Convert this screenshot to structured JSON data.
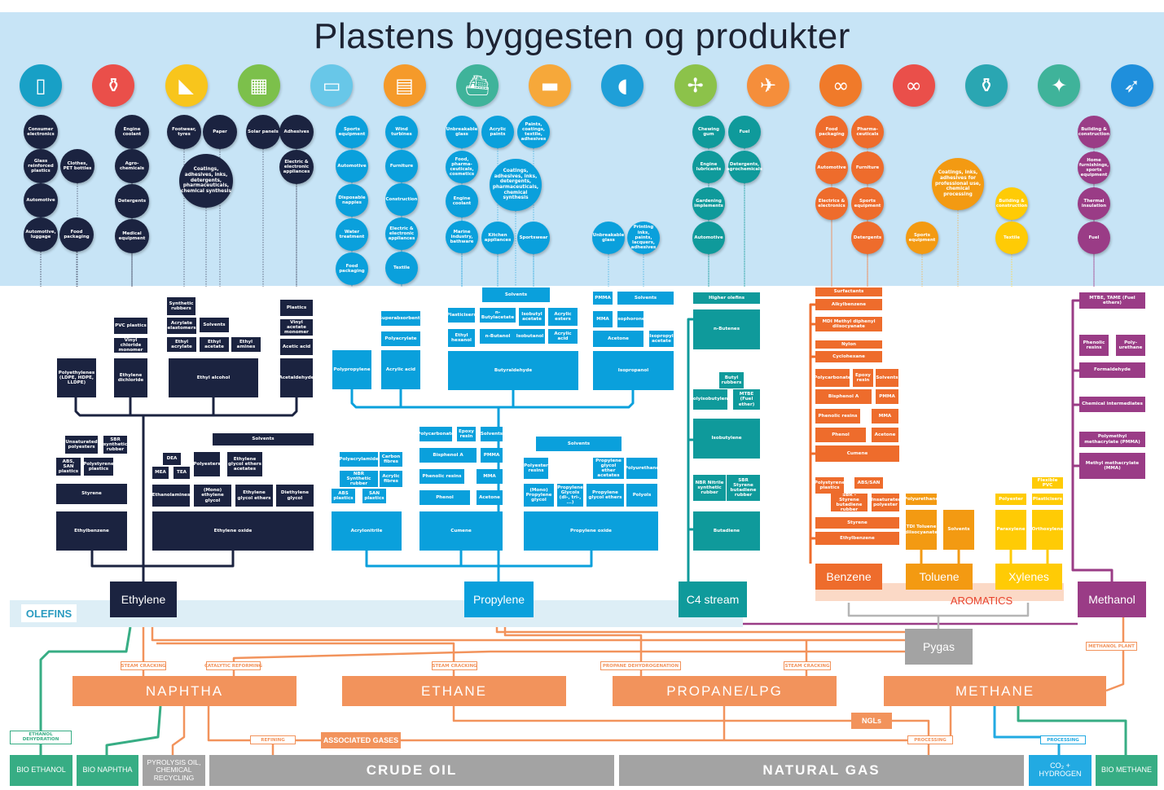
{
  "title": "Plastens byggesten og produkter",
  "colors": {
    "navy": "#1b2340",
    "blue": "#0aa0dc",
    "teal": "#0f9a9b",
    "orange": "#ee6c2c",
    "amber": "#f39a12",
    "yellow": "#ffcb05",
    "purple": "#9a3c86",
    "salmon": "#f2935c",
    "grey": "#a3a3a3",
    "green": "#37ad84",
    "sky": "#22aae2",
    "band": "#c7e4f6"
  },
  "icons": [
    {
      "name": "smartphone",
      "color": "#18a0c6"
    },
    {
      "name": "bottle",
      "color": "#ea4f4a"
    },
    {
      "name": "sneaker",
      "color": "#f8c51c"
    },
    {
      "name": "solar-panel",
      "color": "#7cc04b"
    },
    {
      "name": "taxi",
      "color": "#68c7e8"
    },
    {
      "name": "building",
      "color": "#f59a2a"
    },
    {
      "name": "ship",
      "color": "#3fb39a"
    },
    {
      "name": "paint-roller",
      "color": "#f6a83a"
    },
    {
      "name": "pills",
      "color": "#1f9fd8"
    },
    {
      "name": "wind-turbine",
      "color": "#8cc24a"
    },
    {
      "name": "airplane",
      "color": "#f58e3b"
    },
    {
      "name": "glasses",
      "color": "#f07a2a"
    },
    {
      "name": "bicycle",
      "color": "#ea4f4a"
    },
    {
      "name": "detergent-bottle",
      "color": "#2aa6b2"
    },
    {
      "name": "satellite",
      "color": "#3fb39a"
    },
    {
      "name": "rocket",
      "color": "#1f8fdc"
    }
  ],
  "bubbles": {
    "navy": [
      "Consumer electronics",
      "Glass reinforced plastics",
      "Clothes, PET bottles",
      "Automotive",
      "Automotive, luggage",
      "Food packaging",
      "Engine coolant",
      "Agro-chemicals",
      "Detergents",
      "Medical equipment",
      "Footwear, tyres",
      "Paper",
      "Coatings, adhesives, inks, detergents, pharmaceuticals, chemical synthesis",
      "Solar panels",
      "Adhesives",
      "Electric & electronic appliances"
    ],
    "blue": [
      "Sports equipment",
      "Automotive",
      "Disposable nappies",
      "Water treatment",
      "Food packaging",
      "Wind turbines",
      "Furniture",
      "Construction",
      "Electric & electronic appliances",
      "Textile",
      "Unbreakable glass",
      "Food, pharma-ceuticals, cosmetics",
      "Engine coolant",
      "Marine industry, bathware",
      "Acrylic paints",
      "Paints, coatings, textile, adhesives",
      "Coatings, adhesives, inks, detergents, pharmaceuticals, chemical synthesis",
      "Kitchen appliances",
      "Sportswear",
      "Unbreakable glass",
      "Printing inks, paints, lacquers, adhesives"
    ],
    "teal": [
      "Chewing gum",
      "Fuel",
      "Engine lubricants",
      "Detergents, agrochemicals",
      "Gardening implements",
      "Automotive"
    ],
    "orange": [
      "Food packaging",
      "Pharma-ceuticals",
      "Automotive",
      "Furniture",
      "Electrics & electronics",
      "Sports equipment",
      "Detergents"
    ],
    "amber": [
      "Sports equipment",
      "Coatings, inks, adhesives for professional use, chemical processing"
    ],
    "yellow": [
      "Building & construction",
      "Textile"
    ],
    "purple": [
      "Building & construction",
      "Home furnishings, sports equipment",
      "Thermal insulation",
      "Fuel"
    ]
  },
  "boxes": {
    "navy": [
      "Synthetic rubbers",
      "Acrylate elastomers",
      "Solvents",
      "Ethyl acrylate",
      "Ethyl acetate",
      "Ethyl amines",
      "Ethyl alcohol",
      "PVC plastics",
      "Vinyl chloride monomer",
      "Ethylene dichloride",
      "Polyethylenes (LDPE, HDPE, LLDPE)",
      "Plastics",
      "Vinyl acetate monomer",
      "Acetic acid",
      "Acetaldehyde",
      "Unsaturated polyesters",
      "SBR synthetic rubber",
      "ABS, SAN plastics",
      "Polystyrene plastics",
      "Styrene",
      "Ethylbenzene",
      "Solvents",
      "DEA",
      "MEA",
      "TEA",
      "Polyesters",
      "Ethylene glycol ethers acetates",
      "Ethanolamines",
      "(Mono) ethylene glycol",
      "Ethylene glycol ethers",
      "Diethylene glycol",
      "Ethylene oxide"
    ],
    "blue": [
      "Polypropylene",
      "Superabsorbents",
      "Polyacrylate",
      "Acrylic acid",
      "Solvents",
      "Plasticisers",
      "n-Butylacetate",
      "Isobutyl acetate",
      "Acrylic esters",
      "Ethyl hexanol",
      "n-Butanol",
      "Isobutanol",
      "Acrylic acid",
      "Butyraldehyde",
      "PMMA",
      "Solvents",
      "MMA",
      "Isophorone",
      "Acetone",
      "Isopropyl acetate",
      "Isopropanol",
      "Polycarbonate",
      "Epoxy resin",
      "Solvents",
      "Bisphenol A",
      "PMMA",
      "Phenolic resins",
      "MMA",
      "Phenol",
      "Acetone",
      "Cumene",
      "Polyacrylamide",
      "Carbon fibres",
      "NBR Synthetic rubber",
      "Acrylic fibres",
      "ABS plastics",
      "SAN plastics",
      "Acrylonitrile",
      "Solvents",
      "Polyester resins",
      "Propylene glycol ether acetates",
      "Polyurethane",
      "(Mono) Propylene glycol",
      "Propylene Glycols (di-, tri-, ...)",
      "Propylene glycol ethers",
      "Polyols",
      "Propylene oxide"
    ],
    "teal": [
      "Higher olefins",
      "n-Butenes",
      "Butyl rubbers",
      "Polyisobutylene",
      "MTBE (Fuel ether)",
      "Isobutylene",
      "NBR Nitrile synthetic rubber",
      "SBR Styrene butadiene rubber",
      "Butadiene"
    ],
    "orange": [
      "Surfactants",
      "Alkylbenzene",
      "MDI Methyl diphenyl diisocyanate",
      "Nylon",
      "Cyclohexane",
      "Polycarbonate",
      "Epoxy resin",
      "Solvents",
      "Bisphenol A",
      "PMMA",
      "Phenolic resins",
      "MMA",
      "Phenol",
      "Acetone",
      "Cumene",
      "Polystyrene plastics",
      "ABS/SAN",
      "SBR - Styrene butadiene rubber",
      "Unsaturated polyester",
      "Styrene",
      "Ethylbenzene"
    ],
    "amber": [
      "Polyurethane",
      "TDI Toluene diisocyanate",
      "Solvents"
    ],
    "yellow": [
      "Polyester",
      "Paraxylene",
      "Flexible PVC",
      "Plasticisers",
      "Orthoxylene"
    ],
    "purple": [
      "MTBE, TAME (Fuel ethers)",
      "Phenolic resins",
      "Poly-urethane",
      "Formaldehyde",
      "Chemical intermediates",
      "Polymethyl methacrylate (PMMA)",
      "Methyl methacrylate (MMA)"
    ]
  },
  "feedstocks": {
    "ethylene": "Ethylene",
    "propylene": "Propylene",
    "c4": "C4 stream",
    "benzene": "Benzene",
    "toluene": "Toluene",
    "xylenes": "Xylenes",
    "methanol": "Methanol",
    "pygas": "Pygas",
    "olefins": "OLEFINS",
    "aromatics": "AROMATICS"
  },
  "processes": {
    "steam_cracking_1": "STEAM CRACKING",
    "catalytic_reforming": "CATALYTIC REFORMING",
    "steam_cracking_2": "STEAM CRACKING",
    "propane_dehydrogenation": "PROPANE DEHYDROGENATION",
    "steam_cracking_3": "STEAM CRACKING",
    "methanol_plant": "METHANOL PLANT",
    "refining": "REFINING",
    "processing_1": "PROCESSING",
    "processing_2": "PROCESSING",
    "ethanol_dehydration": "ETHANOL DEHYDRATION"
  },
  "raw": {
    "naphtha": "NAPHTHA",
    "ethane": "ETHANE",
    "propane": "PROPANE/LPG",
    "methane": "METHANE",
    "ngls": "NGLs",
    "associated_gases": "ASSOCIATED GASES"
  },
  "sources": {
    "bio_ethanol": "BIO ETHANOL",
    "bio_naphtha": "BIO NAPHTHA",
    "pyrolysis": "PYROLYSIS OIL, CHEMICAL RECYCLING",
    "crude_oil": "CRUDE OIL",
    "natural_gas": "NATURAL GAS",
    "co2_hydrogen": "CO₂ + HYDROGEN",
    "bio_methane": "BIO METHANE"
  }
}
